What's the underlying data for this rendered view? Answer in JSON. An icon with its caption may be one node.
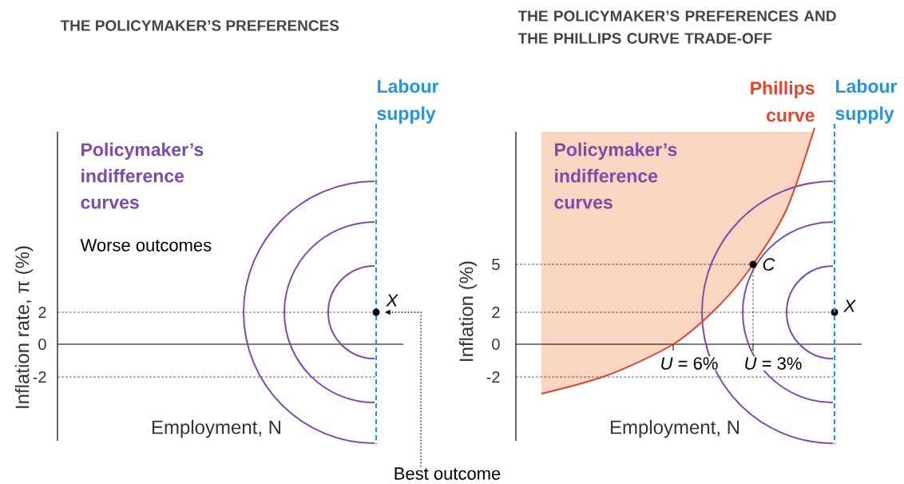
{
  "diagram": {
    "nodes": [
      {
        "text": [
          "Best outcome"
        ]
      },
      {
        "text": [],
        "shape": "circle",
        "beside": [
          "X"
        ]
      }
    ],
    "edges": [
      {
        "from": 0,
        "to": 1,
        "arrow": "to",
        "style": "dashed"
      }
    ],
    "labels": [
      "THE POLICYMAKER’S PREFERENCES",
      "Labour supply",
      "Policymaker’s indifference curves",
      "Worse outcomes",
      "Inflation rate, π (%)",
      "2",
      "0",
      "-2",
      "Employment, N",
      "THE POLICYMAKER’S PREFERENCES AND THE PHILLIPS CURVE TRADE-OFF",
      "Phillips curve",
      "Labour supply",
      "Policymaker’s indifference curves",
      "Inflation  (%)",
      "5",
      "2",
      "0",
      "-2",
      "C",
      "X",
      "*U* = 6%",
      "*U* = 3%",
      "Employment, N"
    ]
  }
}
